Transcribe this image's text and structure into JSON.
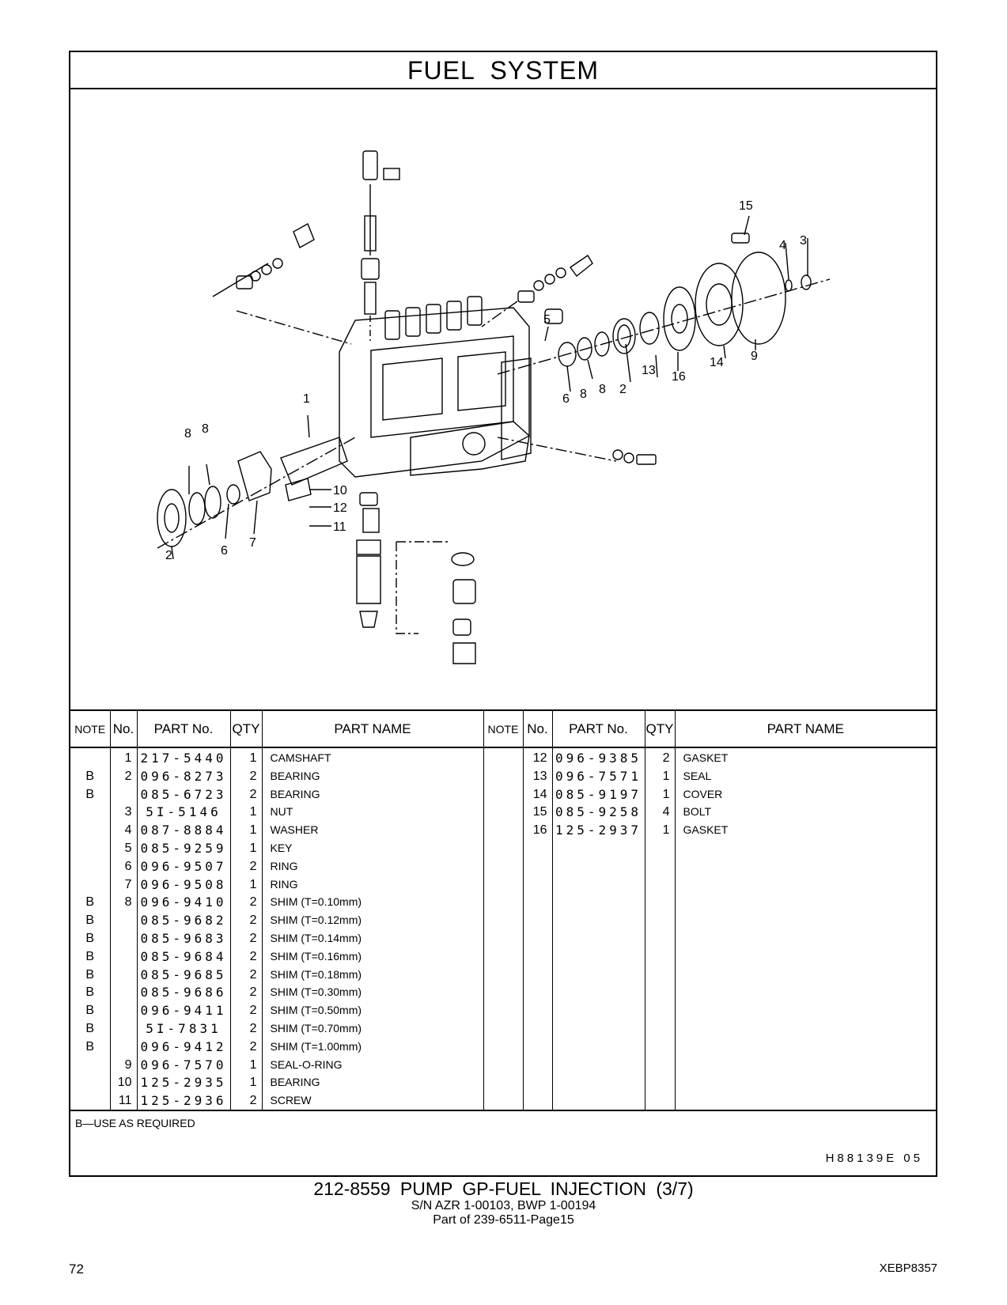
{
  "section_title": "FUEL   SYSTEM",
  "diagram_labels": [
    "15",
    "4",
    "3",
    "5",
    "9",
    "14",
    "13",
    "16",
    "2",
    "8",
    "8",
    "6",
    "1",
    "8",
    "8",
    "10",
    "12",
    "11",
    "7",
    "6",
    "2"
  ],
  "table": {
    "headers": {
      "note": "NOTE",
      "no": "No.",
      "part_no": "PART No.",
      "qty": "QTY",
      "part_name": "PART NAME"
    },
    "left_rows": [
      {
        "note": "",
        "no": "1",
        "part_no": "217-5440",
        "qty": "1",
        "name": "CAMSHAFT"
      },
      {
        "note": "B",
        "no": "2",
        "part_no": "096-8273",
        "qty": "2",
        "name": "BEARING"
      },
      {
        "note": "B",
        "no": "",
        "part_no": "085-6723",
        "qty": "2",
        "name": "BEARING"
      },
      {
        "note": "",
        "no": "3",
        "part_no": "5I-5146",
        "qty": "1",
        "name": "NUT"
      },
      {
        "note": "",
        "no": "4",
        "part_no": "087-8884",
        "qty": "1",
        "name": "WASHER"
      },
      {
        "note": "",
        "no": "5",
        "part_no": "085-9259",
        "qty": "1",
        "name": "KEY"
      },
      {
        "note": "",
        "no": "6",
        "part_no": "096-9507",
        "qty": "2",
        "name": "RING"
      },
      {
        "note": "",
        "no": "7",
        "part_no": "096-9508",
        "qty": "1",
        "name": "RING"
      },
      {
        "note": "B",
        "no": "8",
        "part_no": "096-9410",
        "qty": "2",
        "name": "SHIM (T=0.10mm)"
      },
      {
        "note": "B",
        "no": "",
        "part_no": "085-9682",
        "qty": "2",
        "name": "SHIM (T=0.12mm)"
      },
      {
        "note": "B",
        "no": "",
        "part_no": "085-9683",
        "qty": "2",
        "name": "SHIM (T=0.14mm)"
      },
      {
        "note": "B",
        "no": "",
        "part_no": "085-9684",
        "qty": "2",
        "name": "SHIM (T=0.16mm)"
      },
      {
        "note": "B",
        "no": "",
        "part_no": "085-9685",
        "qty": "2",
        "name": "SHIM (T=0.18mm)"
      },
      {
        "note": "B",
        "no": "",
        "part_no": "085-9686",
        "qty": "2",
        "name": "SHIM (T=0.30mm)"
      },
      {
        "note": "B",
        "no": "",
        "part_no": "096-9411",
        "qty": "2",
        "name": "SHIM (T=0.50mm)"
      },
      {
        "note": "B",
        "no": "",
        "part_no": "5I-7831",
        "qty": "2",
        "name": "SHIM (T=0.70mm)"
      },
      {
        "note": "B",
        "no": "",
        "part_no": "096-9412",
        "qty": "2",
        "name": "SHIM (T=1.00mm)"
      },
      {
        "note": "",
        "no": "9",
        "part_no": "096-7570",
        "qty": "1",
        "name": "SEAL-O-RING"
      },
      {
        "note": "",
        "no": "10",
        "part_no": "125-2935",
        "qty": "1",
        "name": "BEARING"
      },
      {
        "note": "",
        "no": "11",
        "part_no": "125-2936",
        "qty": "2",
        "name": "SCREW"
      }
    ],
    "right_rows": [
      {
        "note": "",
        "no": "12",
        "part_no": "096-9385",
        "qty": "2",
        "name": "GASKET"
      },
      {
        "note": "",
        "no": "13",
        "part_no": "096-7571",
        "qty": "1",
        "name": "SEAL"
      },
      {
        "note": "",
        "no": "14",
        "part_no": "085-9197",
        "qty": "1",
        "name": "COVER"
      },
      {
        "note": "",
        "no": "15",
        "part_no": "085-9258",
        "qty": "4",
        "name": "BOLT"
      },
      {
        "note": "",
        "no": "16",
        "part_no": "125-2937",
        "qty": "1",
        "name": "GASKET"
      }
    ]
  },
  "footnote": "B—USE  AS  REQUIRED",
  "illustration_code": "H88139E   05",
  "caption": {
    "line1": "212-8559   PUMP  GP-FUEL  INJECTION (3/7)",
    "line2": "S/N AZR 1-00103, BWP 1-00194",
    "line3": "Part of 239-6511-Page15"
  },
  "page_number": "72",
  "doc_id": "XEBP8357"
}
